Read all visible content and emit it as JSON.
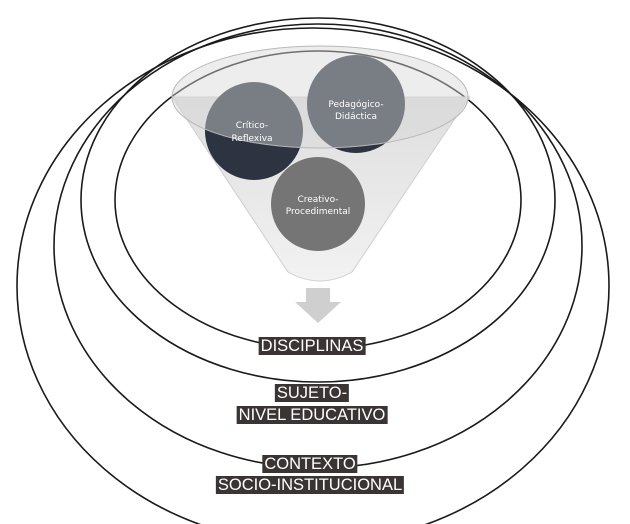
{
  "diagram": {
    "funnel_circles": [
      {
        "lines": [
          "Crítico-",
          "Reflexiva"
        ],
        "fill": "#2d3340"
      },
      {
        "lines": [
          "Pedagógico-",
          "Didáctica"
        ],
        "fill": "#2d3340"
      },
      {
        "lines": [
          "Creativo-",
          "Procedimental"
        ],
        "fill": "#757575"
      }
    ],
    "levels": {
      "disciplinas": "DISCIPLINAS",
      "sujeto": [
        "SUJETO-",
        "NIVEL EDUCATIVO"
      ],
      "contexto": [
        "CONTEXTO",
        "SOCIO-INSTITUCIONAL"
      ]
    },
    "colors": {
      "funnel_body": "#e9e9e9",
      "funnel_mouth": "#dcdcdc",
      "arrow": "#cfcfcf",
      "label_bg": "#3a3433"
    }
  }
}
